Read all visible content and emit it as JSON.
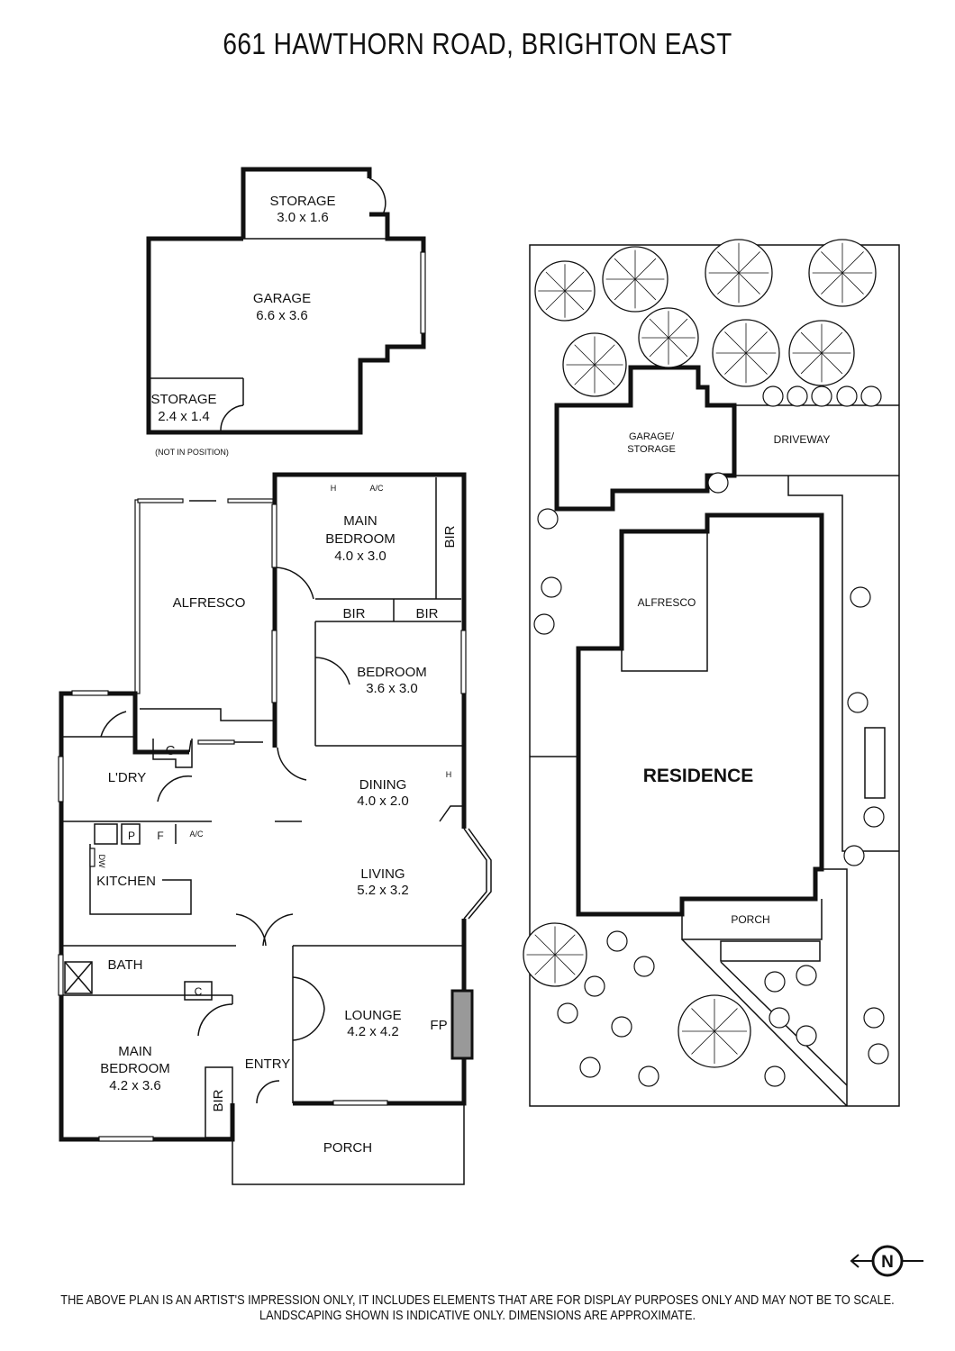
{
  "title": "661 HAWTHORN ROAD, BRIGHTON EAST",
  "outbuilding": {
    "storage_top": {
      "name": "STORAGE",
      "dims": "3.0 x 1.6"
    },
    "garage": {
      "name": "GARAGE",
      "dims": "6.6 x 3.6"
    },
    "storage_bottom": {
      "name": "STORAGE",
      "dims": "2.4 x 1.4"
    },
    "note": "(NOT IN POSITION)"
  },
  "house": {
    "main_bedroom_rear": {
      "name1": "MAIN",
      "name2": "BEDROOM",
      "dims": "4.0 x 3.0"
    },
    "bir_labels": [
      "BIR",
      "BIR",
      "BIR",
      "BIR"
    ],
    "alfresco": "ALFRESCO",
    "bedroom": {
      "name": "BEDROOM",
      "dims": "3.6 x 3.0"
    },
    "laundry": "L'DRY",
    "cupboard": "C",
    "dining": {
      "name": "DINING",
      "dims": "4.0 x 2.0"
    },
    "kitchen": "KITCHEN",
    "pantry": "P",
    "fridge": "F",
    "dishwasher": "DW",
    "living": {
      "name": "LIVING",
      "dims": "5.2 x 3.2"
    },
    "bath": "BATH",
    "lounge": {
      "name": "LOUNGE",
      "dims": "4.2 x 4.2"
    },
    "fireplace": "FP",
    "entry": "ENTRY",
    "main_bedroom_front": {
      "name1": "MAIN",
      "name2": "BEDROOM",
      "dims": "4.2 x 3.6"
    },
    "porch": "PORCH",
    "heater": "H",
    "ac": "A/C"
  },
  "site": {
    "garage_storage": {
      "line1": "GARAGE/",
      "line2": "STORAGE"
    },
    "driveway": "DRIVEWAY",
    "alfresco": "ALFRESCO",
    "residence": "RESIDENCE",
    "porch": "PORCH"
  },
  "north_arrow": "N",
  "disclaimer": {
    "line1": "THE ABOVE PLAN IS AN ARTIST'S IMPRESSION ONLY, IT INCLUDES ELEMENTS THAT ARE FOR DISPLAY PURPOSES ONLY AND MAY NOT BE TO SCALE.",
    "line2": "LANDSCAPING SHOWN IS INDICATIVE ONLY. DIMENSIONS ARE APPROXIMATE."
  }
}
